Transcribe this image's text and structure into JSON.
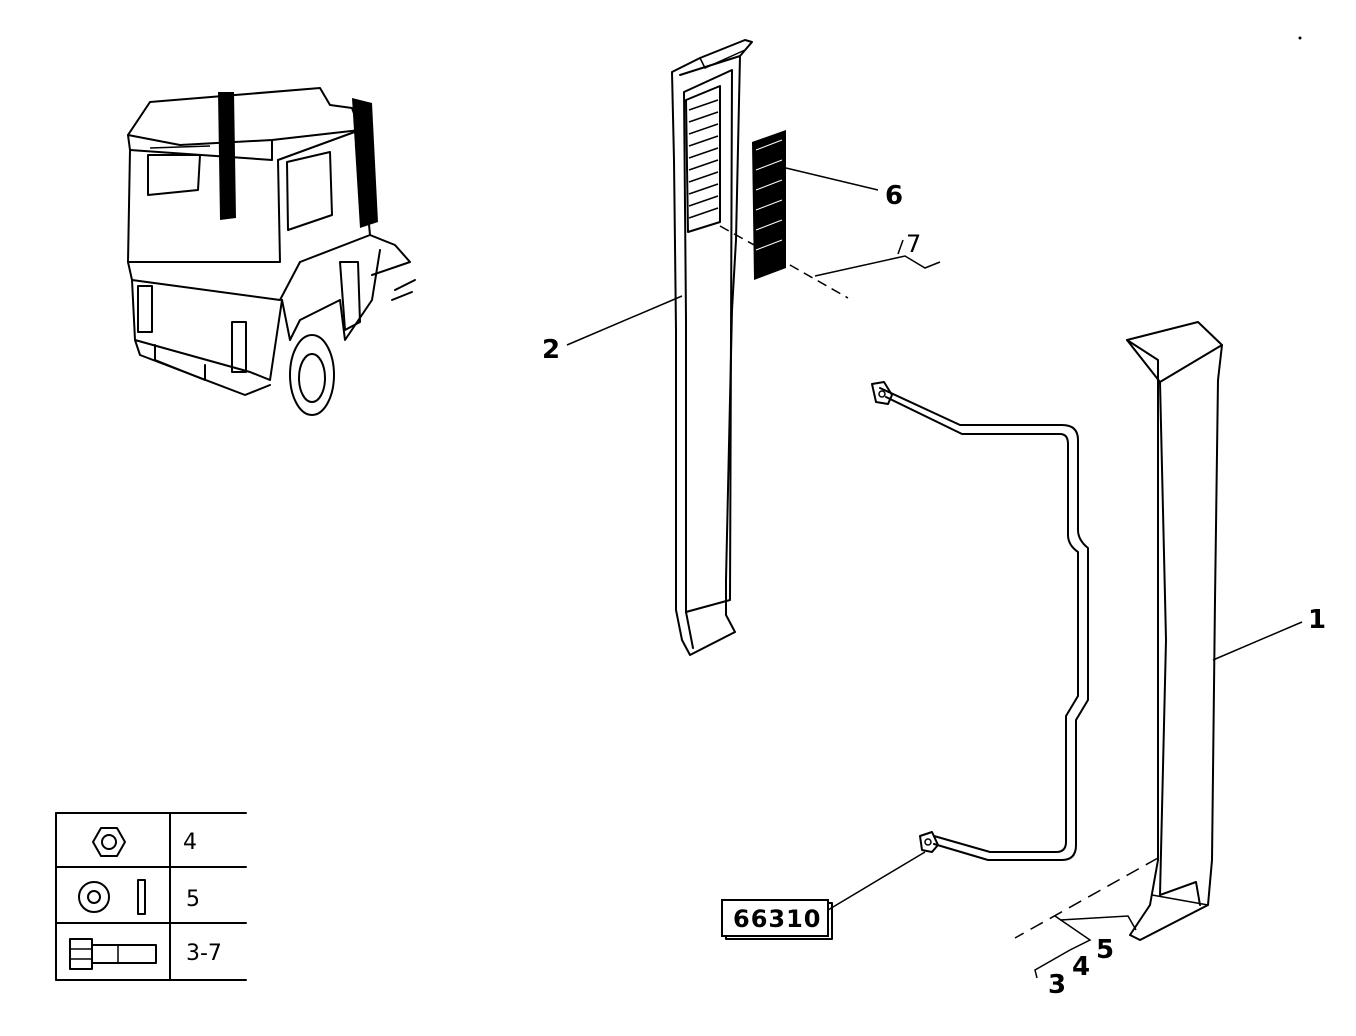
{
  "callouts": {
    "part_1": "1",
    "part_2": "2",
    "part_6": "6",
    "part_7": "7",
    "part_3": "3",
    "part_4": "4",
    "part_5": "5"
  },
  "reference_code": "66310",
  "legend": {
    "rows": [
      {
        "icon": "hex-nut-icon",
        "label": "4"
      },
      {
        "icon": "washer-icon",
        "label": "5"
      },
      {
        "icon": "bolt-icon",
        "label": "3-7"
      }
    ]
  }
}
